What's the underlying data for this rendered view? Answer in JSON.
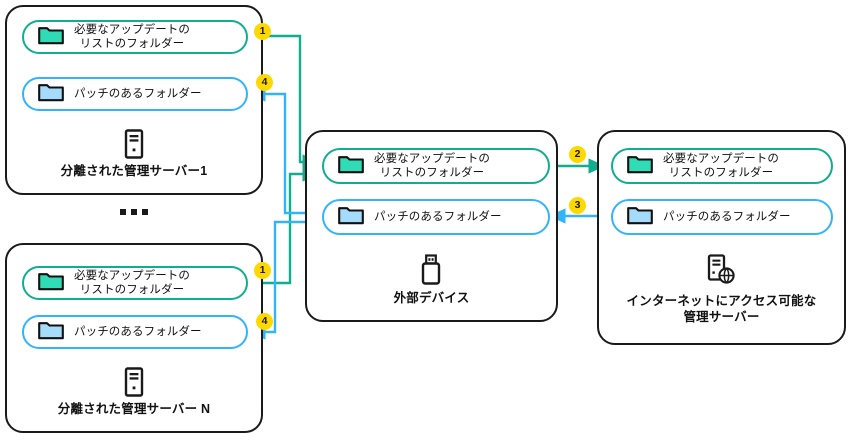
{
  "diagram": {
    "title": "Patch distribution to isolated administration servers via external device",
    "colors": {
      "green": "#0fae8e",
      "green_fill": "#2fdcb6",
      "blue": "#32b4fa",
      "blue_fill": "#a6dcfb",
      "badge": "#ffd800",
      "outline": "#1a1a1a"
    },
    "labels": {
      "updates_folder": "必要なアップデートの\nリストのフォルダー",
      "updates_folder_line1": "必要なアップデートの",
      "updates_folder_line2": "リストのフォルダー",
      "patch_folder": "パッチのあるフォルダー"
    },
    "nodes": [
      {
        "id": "isolated-server-1",
        "title": "分離された管理サーバー1",
        "icon": "server-icon",
        "folders": [
          {
            "kind": "updates",
            "line1": "必要なアップデートの",
            "line2": "リストのフォルダー"
          },
          {
            "kind": "patch",
            "line1": "パッチのあるフォルダー",
            "line2": ""
          }
        ]
      },
      {
        "id": "isolated-server-n",
        "title": "分離された管理サーバー N",
        "icon": "server-icon",
        "folders": [
          {
            "kind": "updates",
            "line1": "必要なアップデートの",
            "line2": "リストのフォルダー"
          },
          {
            "kind": "patch",
            "line1": "パッチのあるフォルダー",
            "line2": ""
          }
        ]
      },
      {
        "id": "external-device",
        "title": "外部デバイス",
        "icon": "usb-drive-icon",
        "folders": [
          {
            "kind": "updates",
            "line1": "必要なアップデートの",
            "line2": "リストのフォルダー"
          },
          {
            "kind": "patch",
            "line1": "パッチのあるフォルダー",
            "line2": ""
          }
        ]
      },
      {
        "id": "internet-server",
        "title": "インターネットにアクセス可能な\n管理サーバー",
        "title_line1": "インターネットにアクセス可能な",
        "title_line2": "管理サーバー",
        "icon": "server-globe-icon",
        "folders": [
          {
            "kind": "updates",
            "line1": "必要なアップデートの",
            "line2": "リストのフォルダー"
          },
          {
            "kind": "patch",
            "line1": "パッチのあるフォルダー",
            "line2": ""
          }
        ]
      }
    ],
    "steps": [
      {
        "number": "1",
        "color": "green",
        "from": "isolated-server-1 updates folder",
        "to": "external-device updates folder"
      },
      {
        "number": "2",
        "color": "green",
        "from": "external-device updates folder",
        "to": "internet-server updates folder"
      },
      {
        "number": "3",
        "color": "blue",
        "from": "internet-server patch folder",
        "to": "external-device patch folder"
      },
      {
        "number": "4",
        "color": "blue",
        "from": "external-device patch folder",
        "to": "isolated-server-1 patch folder"
      },
      {
        "number": "1",
        "color": "green",
        "from": "isolated-server-n updates folder",
        "to": "external-device updates folder"
      },
      {
        "number": "4",
        "color": "blue",
        "from": "external-device patch folder",
        "to": "isolated-server-n patch folder"
      }
    ],
    "ellipsis": "..."
  }
}
